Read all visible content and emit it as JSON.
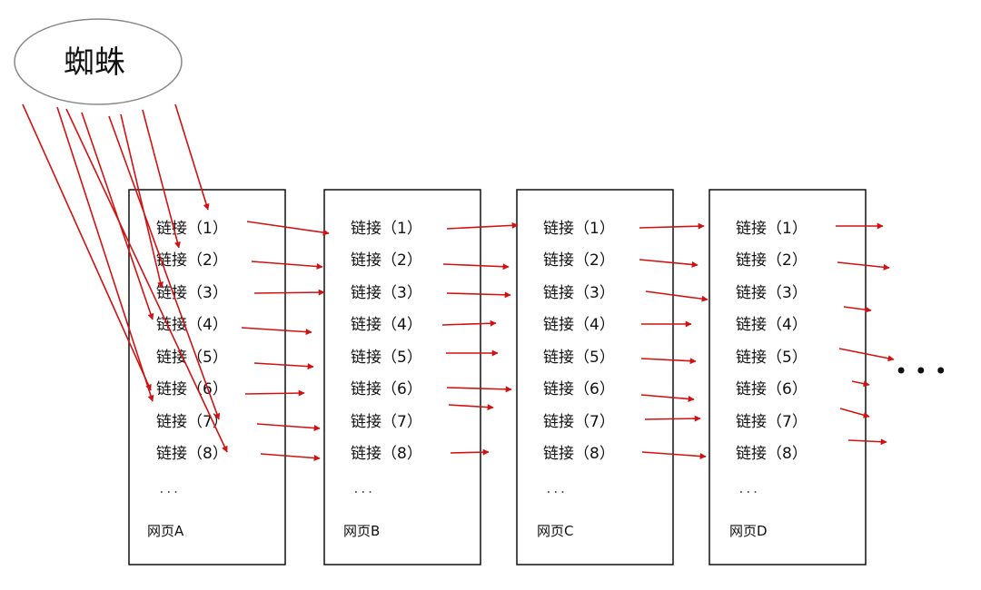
{
  "spider_label": "蜘蛛",
  "pages": [
    {
      "label": "网页A",
      "links": [
        "链接（1）",
        "链接（2）",
        "链接（3）",
        "链接（4）",
        "链接（5）",
        "链接（6）",
        "链接（7）",
        "链接（8）"
      ],
      "ellipsis": "..."
    },
    {
      "label": "网页B",
      "links": [
        "链接（1）",
        "链接（2）",
        "链接（3）",
        "链接（4）",
        "链接（5）",
        "链接（6）",
        "链接（7）",
        "链接（8）"
      ],
      "ellipsis": "..."
    },
    {
      "label": "网页C",
      "links": [
        "链接（1）",
        "链接（2）",
        "链接（3）",
        "链接（4）",
        "链接（5）",
        "链接（6）",
        "链接（7）",
        "链接（8）"
      ],
      "ellipsis": "..."
    },
    {
      "label": "网页D",
      "links": [
        "链接（1）",
        "链接（2）",
        "链接（3）",
        "链接（4）",
        "链接（5）",
        "链接（6）",
        "链接（7）",
        "链接（8）"
      ],
      "ellipsis": "..."
    }
  ],
  "continuation": "• • •",
  "colors": {
    "arrow": "#d11212",
    "box": "#111111"
  }
}
